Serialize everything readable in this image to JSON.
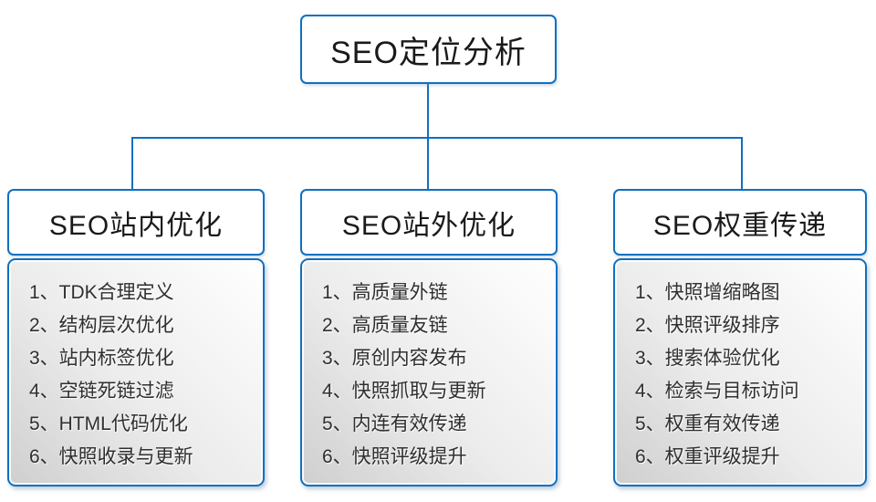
{
  "diagram": {
    "root": {
      "label": "SEO定位分析"
    },
    "branches": [
      {
        "title": "SEO站内优化",
        "items": [
          "1、TDK合理定义",
          "2、结构层次优化",
          "3、站内标签优化",
          "4、空链死链过滤",
          "5、HTML代码优化",
          "6、快照收录与更新"
        ]
      },
      {
        "title": "SEO站外优化",
        "items": [
          "1、高质量外链",
          "2、高质量友链",
          "3、原创内容发布",
          "4、快照抓取与更新",
          "5、内连有效传递",
          "6、快照评级提升"
        ]
      },
      {
        "title": "SEO权重传递",
        "items": [
          "1、快照增缩略图",
          "2、快照评级排序",
          "3、搜索体验优化",
          "4、检索与目标访问",
          "5、权重有效传递",
          "6、权重评级提升"
        ]
      }
    ],
    "colors": {
      "accent_blue": "#0f70c0",
      "panel_gradient_light": "#ffffff",
      "panel_gradient_dark": "#cfcfcf",
      "text_dark": "#1a1a1a",
      "item_text": "#2f2f2f"
    }
  }
}
